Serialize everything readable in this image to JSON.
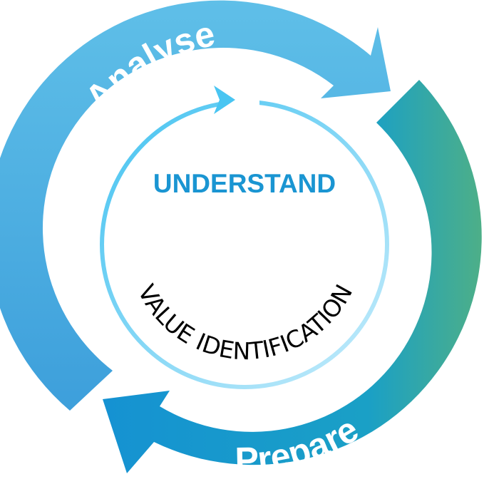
{
  "diagram": {
    "outer_labels": {
      "analyse": "Analyse",
      "prepare": "Prepare"
    },
    "center_title": "UNDERSTAND",
    "curved_label": "VALUE IDENTIFICATION",
    "colors": {
      "analyse_arrow_top": "#3b95d6",
      "analyse_arrow_light": "#5cbde8",
      "prepare_arrow_blue": "#1596d3",
      "prepare_arrow_green": "#47ae8a",
      "inner_ring_strong": "#4ac6f2",
      "inner_ring_light": "#c4ecfb",
      "center_title": "#1a95d2",
      "curved_text": "#000000"
    }
  }
}
